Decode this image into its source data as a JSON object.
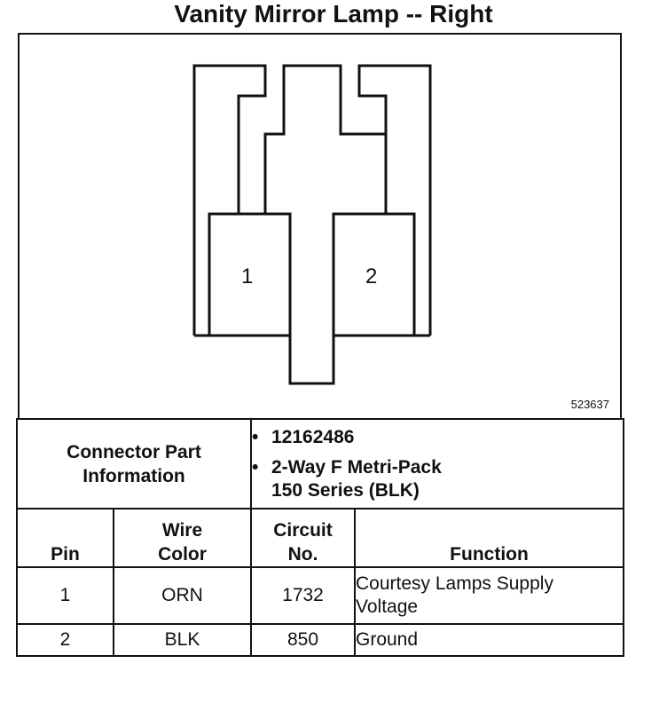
{
  "title": "Vanity Mirror Lamp -- Right",
  "figure_id": "523637",
  "pins": [
    "1",
    "2"
  ],
  "connector": {
    "label_line1": "Connector Part",
    "label_line2": "Information",
    "part_number": "12162486",
    "description_line1": "2-Way F Metri-Pack",
    "description_line2": "150 Series (BLK)"
  },
  "table": {
    "headers": {
      "pin": "Pin",
      "wire_color_1": "Wire",
      "wire_color_2": "Color",
      "circuit_1": "Circuit",
      "circuit_2": "No.",
      "function": "Function"
    },
    "rows": [
      {
        "pin": "1",
        "wire_color": "ORN",
        "circuit": "1732",
        "function_line1": "Courtesy Lamps Supply",
        "function_line2": "Voltage"
      },
      {
        "pin": "2",
        "wire_color": "BLK",
        "circuit": "850",
        "function_line1": "Ground",
        "function_line2": ""
      }
    ]
  }
}
